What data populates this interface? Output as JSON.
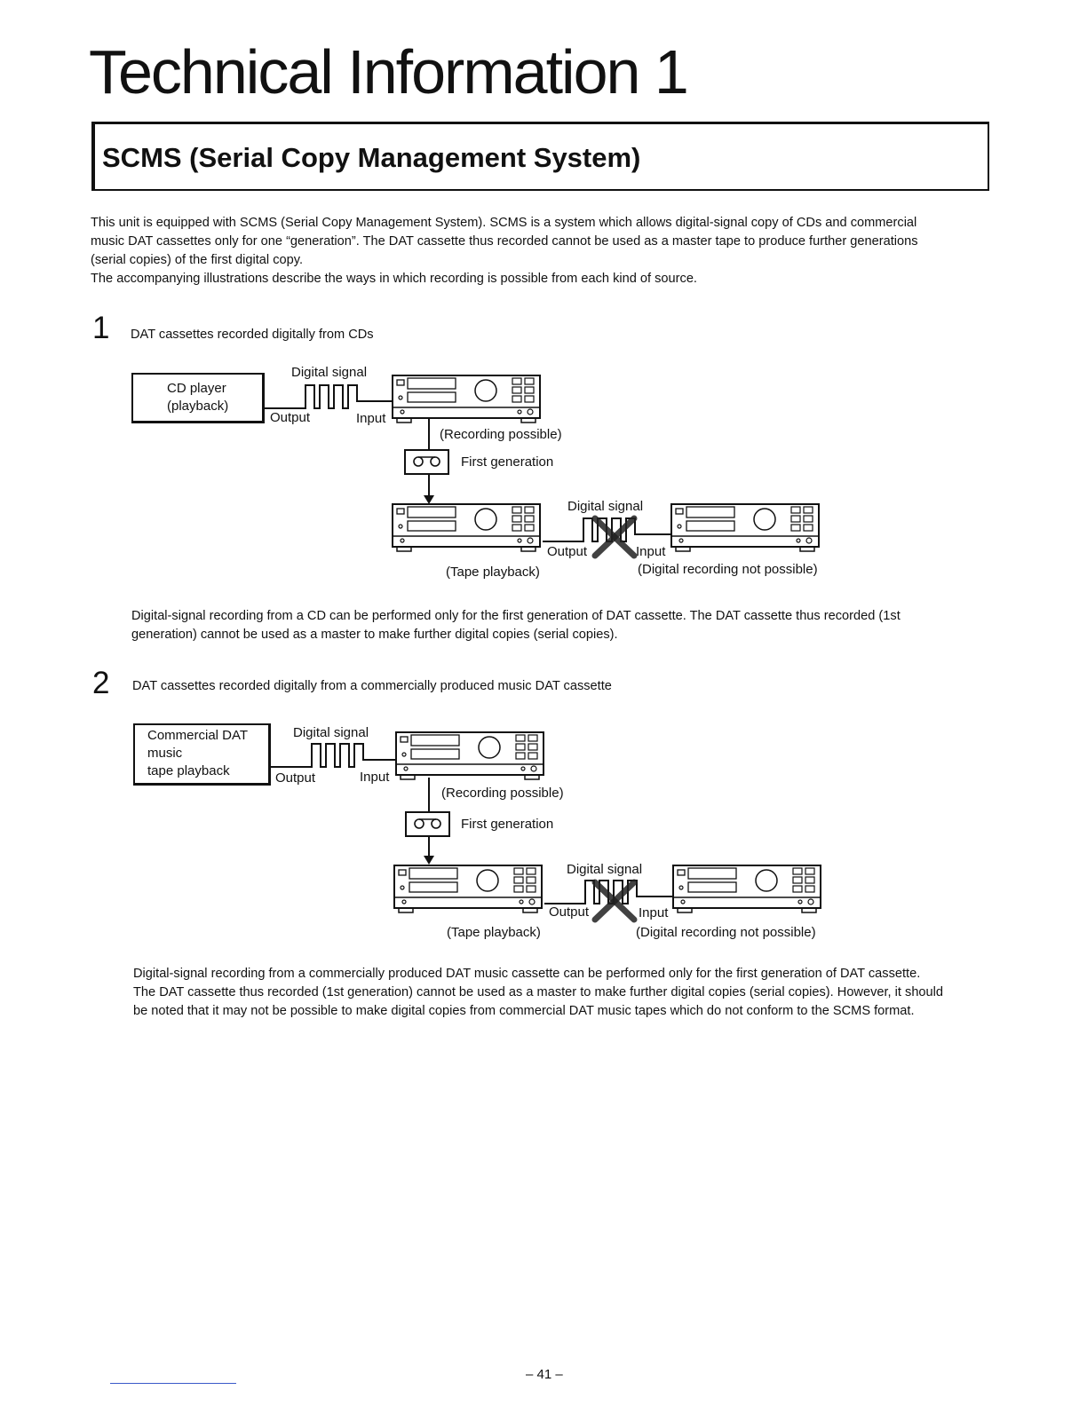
{
  "header": {
    "title": "Technical Information 1",
    "section_title": "SCMS (Serial Copy Management System)"
  },
  "intro": {
    "lines": [
      "This unit is equipped with SCMS (Serial Copy Management System). SCMS is a system which allows digital-signal copy of CDs and commercial",
      "music DAT cassettes only for one “generation”. The DAT cassette thus recorded cannot be used as a master tape to produce further generations",
      "(serial copies) of the first digital copy.",
      "The accompanying illustrations describe the ways in which recording is possible from each kind of source."
    ]
  },
  "section1": {
    "number": "1",
    "heading": "DAT cassettes recorded digitally from CDs",
    "diagram": {
      "source_lines": [
        "CD player",
        "(playback)"
      ],
      "digital_signal": "Digital signal",
      "output": "Output",
      "input": "Input",
      "recording_possible": "(Recording possible)",
      "first_generation": "First generation",
      "digital_signal_2": "Digital signal",
      "output_2": "Output",
      "input_2": "Input",
      "tape_playback": "(Tape playback)",
      "not_possible": "(Digital recording not possible)"
    },
    "note_lines": [
      "Digital-signal recording from a CD can be performed only for the first generation of DAT cassette. The DAT cassette thus recorded (1st",
      "generation) cannot be used as a master to make further digital copies (serial copies)."
    ]
  },
  "section2": {
    "number": "2",
    "heading": "DAT cassettes recorded digitally from a commercially produced music DAT cassette",
    "diagram": {
      "source_lines": [
        "Commercial DAT",
        "music",
        "tape playback"
      ],
      "digital_signal": "Digital signal",
      "output": "Output",
      "input": "Input",
      "recording_possible": "(Recording possible)",
      "first_generation": "First generation",
      "digital_signal_2": "Digital signal",
      "output_2": "Output",
      "input_2": "Input",
      "tape_playback": "(Tape playback)",
      "not_possible": "(Digital recording not possible)"
    },
    "note_lines": [
      "Digital-signal recording from a commercially produced DAT music cassette can be performed only for the first generation of DAT cassette.",
      "The DAT cassette thus recorded (1st generation) cannot be used as a master to make further digital copies (serial copies). However, it should",
      "be noted that it may not be possible to make digital copies from commercial DAT music tapes which do not conform to the SCMS format."
    ]
  },
  "footer": {
    "page_number": "– 41 –"
  }
}
